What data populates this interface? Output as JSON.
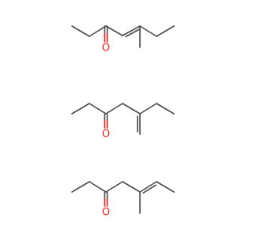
{
  "colors": {
    "bond": "#4a4a4a",
    "oxygen": "#ff1a1a",
    "background": "#ffffff"
  },
  "molecules": [
    {
      "name": "molecule-1",
      "atoms": [
        {
          "id": "a1",
          "el": "C"
        },
        {
          "id": "a2",
          "el": "C"
        },
        {
          "id": "a3",
          "el": "C"
        },
        {
          "id": "o1",
          "el": "O",
          "label": "O"
        },
        {
          "id": "a4",
          "el": "C"
        },
        {
          "id": "a5",
          "el": "C"
        },
        {
          "id": "me",
          "el": "C"
        },
        {
          "id": "a6",
          "el": "C"
        },
        {
          "id": "a7",
          "el": "C"
        }
      ],
      "bonds": [
        {
          "from": "a1",
          "to": "a2",
          "order": 1
        },
        {
          "from": "a2",
          "to": "a3",
          "order": 1
        },
        {
          "from": "a3",
          "to": "o1",
          "order": 2
        },
        {
          "from": "a3",
          "to": "a4",
          "order": 1
        },
        {
          "from": "a4",
          "to": "a5",
          "order": 2
        },
        {
          "from": "a5",
          "to": "me",
          "order": 1
        },
        {
          "from": "a5",
          "to": "a6",
          "order": 1
        },
        {
          "from": "a6",
          "to": "a7",
          "order": 1
        }
      ]
    },
    {
      "name": "molecule-2",
      "atoms": [
        {
          "id": "b1",
          "el": "C"
        },
        {
          "id": "b2",
          "el": "C"
        },
        {
          "id": "b3",
          "el": "C"
        },
        {
          "id": "o2",
          "el": "O",
          "label": "O"
        },
        {
          "id": "b4",
          "el": "C"
        },
        {
          "id": "b5",
          "el": "C"
        },
        {
          "id": "ch2",
          "el": "C"
        },
        {
          "id": "b6",
          "el": "C"
        },
        {
          "id": "b7",
          "el": "C"
        }
      ],
      "bonds": [
        {
          "from": "b1",
          "to": "b2",
          "order": 1
        },
        {
          "from": "b2",
          "to": "b3",
          "order": 1
        },
        {
          "from": "b3",
          "to": "o2",
          "order": 2
        },
        {
          "from": "b3",
          "to": "b4",
          "order": 1
        },
        {
          "from": "b4",
          "to": "b5",
          "order": 1
        },
        {
          "from": "b5",
          "to": "ch2",
          "order": 2
        },
        {
          "from": "b5",
          "to": "b6",
          "order": 1
        },
        {
          "from": "b6",
          "to": "b7",
          "order": 1
        }
      ]
    },
    {
      "name": "molecule-3",
      "atoms": [
        {
          "id": "c1",
          "el": "C"
        },
        {
          "id": "c2",
          "el": "C"
        },
        {
          "id": "c3",
          "el": "C"
        },
        {
          "id": "o3",
          "el": "O",
          "label": "O"
        },
        {
          "id": "c4",
          "el": "C"
        },
        {
          "id": "c5",
          "el": "C"
        },
        {
          "id": "me3",
          "el": "C"
        },
        {
          "id": "c6",
          "el": "C"
        },
        {
          "id": "c7",
          "el": "C"
        }
      ],
      "bonds": [
        {
          "from": "c1",
          "to": "c2",
          "order": 1
        },
        {
          "from": "c2",
          "to": "c3",
          "order": 1
        },
        {
          "from": "c3",
          "to": "o3",
          "order": 2
        },
        {
          "from": "c3",
          "to": "c4",
          "order": 1
        },
        {
          "from": "c4",
          "to": "c5",
          "order": 1
        },
        {
          "from": "c5",
          "to": "me3",
          "order": 1
        },
        {
          "from": "c5",
          "to": "c6",
          "order": 2
        },
        {
          "from": "c6",
          "to": "c7",
          "order": 1
        }
      ]
    }
  ]
}
